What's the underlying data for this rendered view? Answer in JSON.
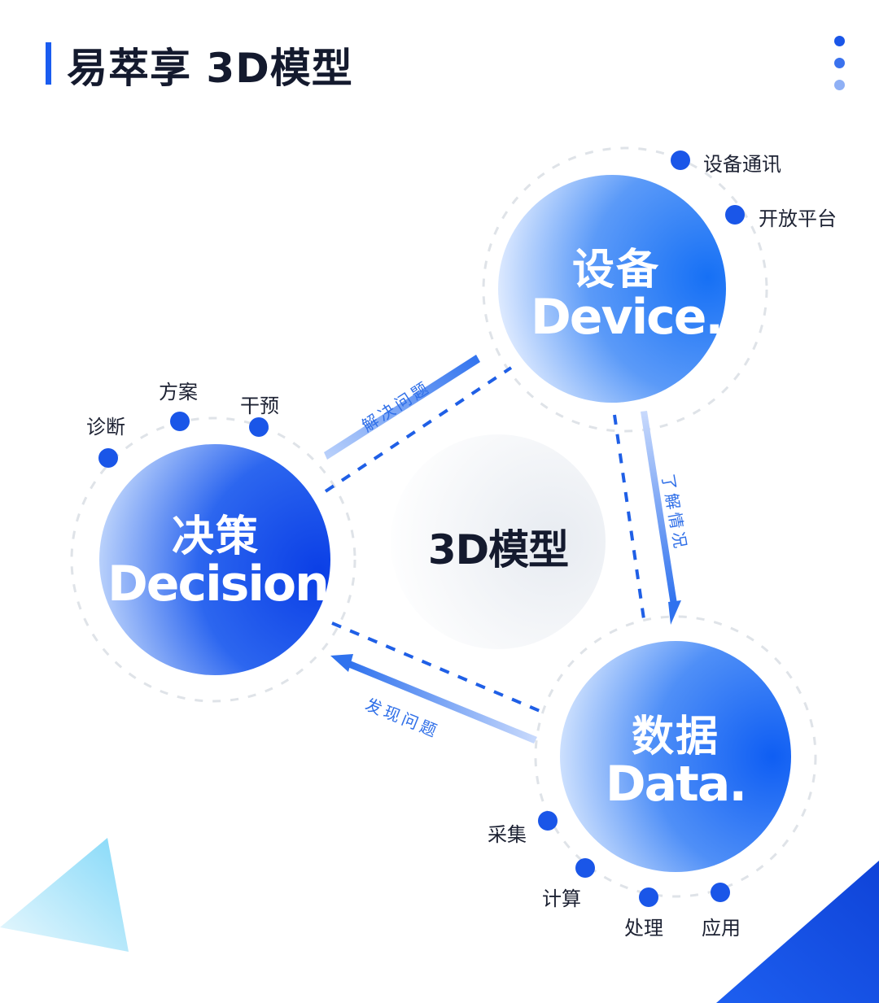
{
  "page": {
    "title": "易萃享 3D模型"
  },
  "diagram": {
    "center": "3D模型",
    "nodes": {
      "device": {
        "cn": "设备",
        "en": "Device.",
        "tags": [
          "设备通讯",
          "开放平台"
        ]
      },
      "decision": {
        "cn": "决策",
        "en": "Decision.",
        "tags": [
          "诊断",
          "方案",
          "干预"
        ]
      },
      "data": {
        "cn": "数据",
        "en": "Data.",
        "tags": [
          "采集",
          "计算",
          "处理",
          "应用"
        ]
      }
    },
    "flows": {
      "decision_to_device": "解决问题",
      "device_to_data": "了解情况",
      "data_to_decision": "发现问题"
    }
  },
  "colors": {
    "brand_blue": "#1a5cf0",
    "dot_blue": "#1a56e8",
    "title_dark": "#141a2e",
    "flow_text": "#2f6fe8"
  },
  "icons": {
    "menu": "vertical-three-dots-icon"
  }
}
